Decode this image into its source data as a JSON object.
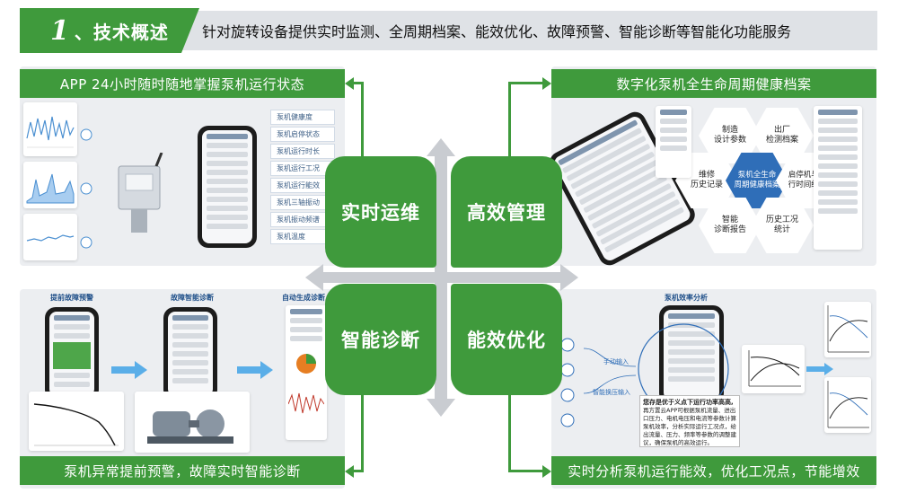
{
  "header": {
    "number": "1",
    "title": "、技术概述",
    "description": "针对旋转设备提供实时监测、全周期档案、能效优化、故障预警、智能诊断等智能化功能服务"
  },
  "quadrants": {
    "realtime": {
      "block": "实时运维",
      "label": "APP 24小时随时随地掌握泵机运行状态",
      "list": [
        "泵机健康度",
        "泵机启停状态",
        "泵机运行时长",
        "泵机运行工况",
        "泵机运行能效",
        "泵机三轴振动",
        "泵机振动频谱",
        "泵机温度"
      ]
    },
    "management": {
      "block": "高效管理",
      "label": "数字化泵机全生命周期健康档案",
      "hexes": {
        "design": "制造\n设计参数",
        "factory": "出厂\n检测档案",
        "maintenance": "维修\n历史记录",
        "center": "泵机全生命\n周期健康档案",
        "start_stop": "启停机与运\n行时间统计",
        "smart": "智能\n诊断报告",
        "history": "历史工况\n统计"
      }
    },
    "diagnosis": {
      "block": "智能诊断",
      "label": "泵机异常提前预警，故障实时智能诊断",
      "sections": [
        "提前故障预警",
        "故障智能诊断",
        "自动生成诊断"
      ]
    },
    "efficiency": {
      "block": "能效优化",
      "label": "实时分析泵机运行能效，优化工况点，节能增效",
      "section": "泵机效率分析",
      "flow_labels": [
        "手动输入",
        "智能换压输入"
      ],
      "note_title": "您存是优于义点下运行功率高高,",
      "note_body": "再方置云APP可根据泵机流量、进出口压力、电机电压和电流等参数计算泵机效率，分析实际运行工况点，给出流量、压力、频率等参数的调整建议，确保泵机的高效运行。"
    }
  },
  "colors": {
    "accent_green": "#3f9a3c",
    "panel_gray": "#eceef1",
    "hex_blue": "#2f6eb8"
  }
}
